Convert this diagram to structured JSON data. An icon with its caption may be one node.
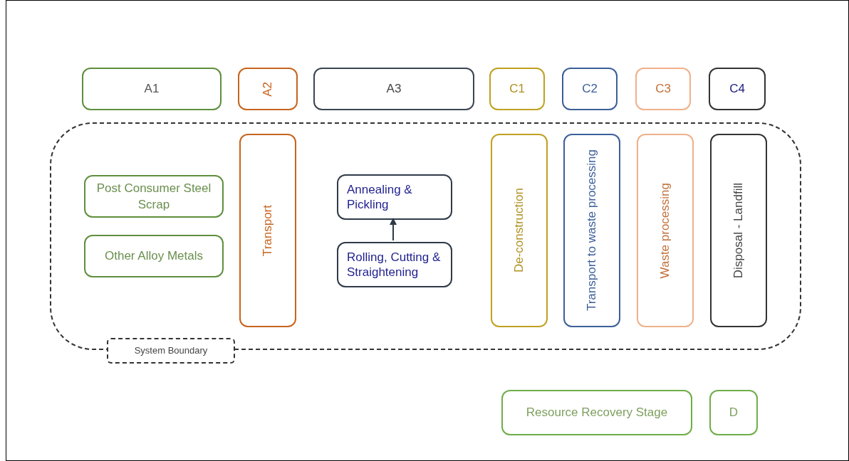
{
  "diagram": {
    "nodes": [
      {
        "text": [
          "A1"
        ]
      },
      {
        "text": [
          "A2"
        ]
      },
      {
        "text": [
          "A3"
        ]
      },
      {
        "text": [
          "C1"
        ]
      },
      {
        "text": [
          "C2"
        ]
      },
      {
        "text": [
          "C3"
        ]
      },
      {
        "text": [
          "C4"
        ]
      },
      {
        "text": [
          "System Boundary"
        ]
      },
      {
        "text": [
          "Post Consumer Steel Scrap"
        ],
        "in": 7
      },
      {
        "text": [
          "Other Alloy Metals"
        ],
        "in": 7
      },
      {
        "text": [
          "Transport"
        ],
        "in": 7
      },
      {
        "text": [
          "Annealing & Pickling"
        ],
        "in": 7
      },
      {
        "text": [
          "Rolling, Cutting & Straightening"
        ],
        "in": 7
      },
      {
        "text": [
          "De-construction"
        ],
        "in": 7
      },
      {
        "text": [
          "Transport to waste processing"
        ],
        "in": 7
      },
      {
        "text": [
          "Waste processing"
        ],
        "in": 7
      },
      {
        "text": [
          "Disposal - Landfill"
        ],
        "in": 7
      },
      {
        "text": [
          "Resource Recovery Stage"
        ]
      },
      {
        "text": [
          "D"
        ]
      }
    ],
    "edges": [
      {
        "from": 12,
        "to": 11,
        "arrow": "to"
      }
    ]
  }
}
